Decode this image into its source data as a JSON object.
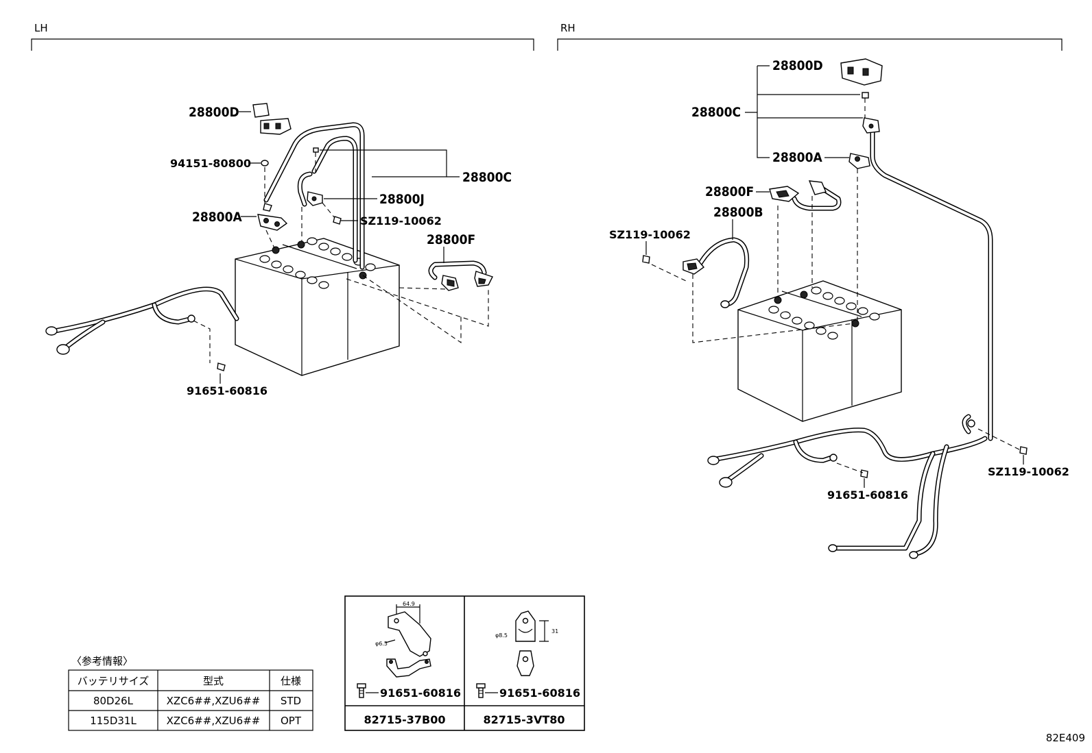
{
  "sections": {
    "lh": "LH",
    "rh": "RH"
  },
  "lh_labels": {
    "p28800D": "28800D",
    "p94151": "94151-80800",
    "p28800C": "28800C",
    "p28800J": "28800J",
    "p28800A": "28800A",
    "pSZ119": "SZ119-10062",
    "p28800F": "28800F",
    "p91651": "91651-60816"
  },
  "rh_labels": {
    "p28800D": "28800D",
    "p28800C": "28800C",
    "p28800A": "28800A",
    "p28800F": "28800F",
    "p28800B": "28800B",
    "pSZ119a": "SZ119-10062",
    "pSZ119b": "SZ119-10062",
    "p91651": "91651-60816"
  },
  "reference": {
    "title": "〈参考情報〉",
    "headers": [
      "バッテリサイズ",
      "型式",
      "仕様"
    ],
    "rows": [
      [
        "80D26L",
        "XZC6##,XZU6##",
        "STD"
      ],
      [
        "115D31L",
        "XZC6##,XZU6##",
        "OPT"
      ]
    ]
  },
  "brackets": [
    {
      "bolt": "91651-60816",
      "part": "82715-37B00",
      "dim_a": "64.9",
      "dim_b": "φ6.5"
    },
    {
      "bolt": "91651-60816",
      "part": "82715-3VT80",
      "dim_a": "31",
      "dim_b": "φ8.5"
    }
  ],
  "diagram_code": "82E409"
}
